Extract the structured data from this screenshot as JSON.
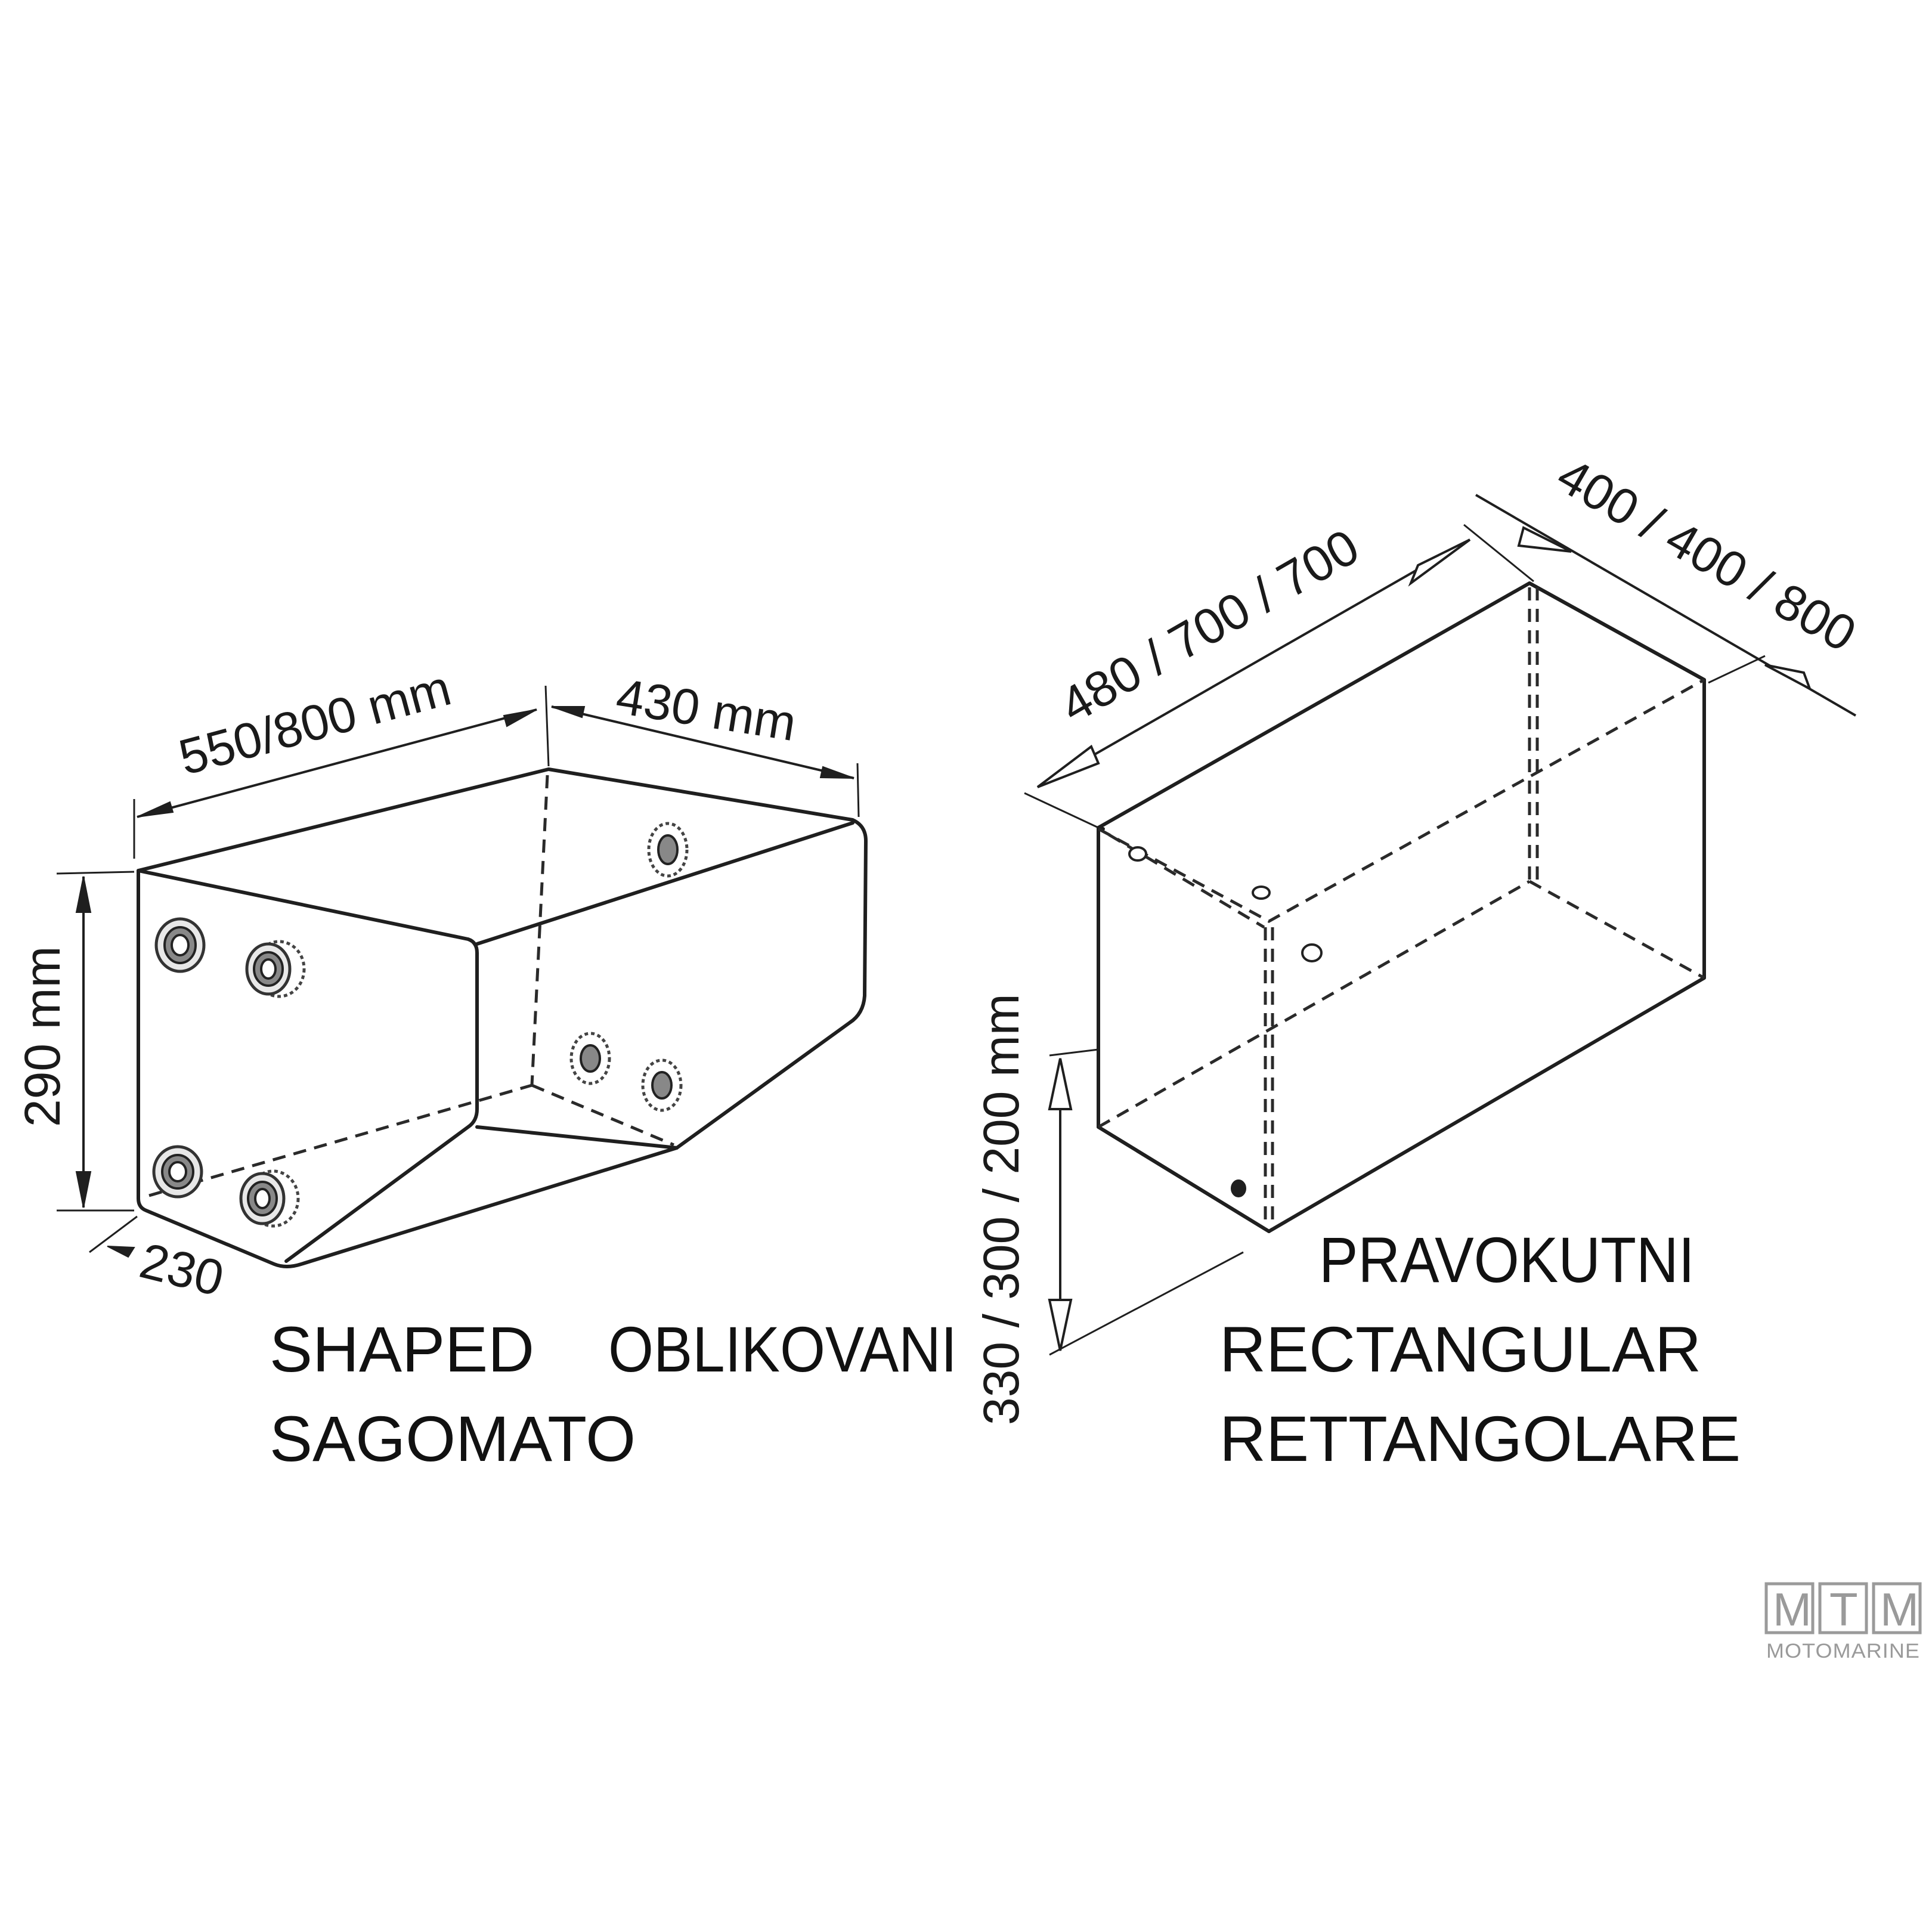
{
  "shaped": {
    "length_label": "550/800 mm",
    "width_label": "430 mm",
    "height_label": "290 mm",
    "bottom_label": "230",
    "caption_en": "SHAPED",
    "caption_hr": "OBLIKOVANI",
    "caption_it": "SAGOMATO"
  },
  "rectangular": {
    "length_label": "480 / 700 / 700",
    "width_label": "400 / 400 / 800",
    "height_label": "330 / 300 / 200 mm",
    "caption_hr": "PRAVOKUTNI",
    "caption_en": "RECTANGULAR",
    "caption_it": "RETTANGOLARE"
  },
  "logo": {
    "letters": [
      "M",
      "T",
      "M"
    ],
    "brand": "MOTOMARINE"
  }
}
